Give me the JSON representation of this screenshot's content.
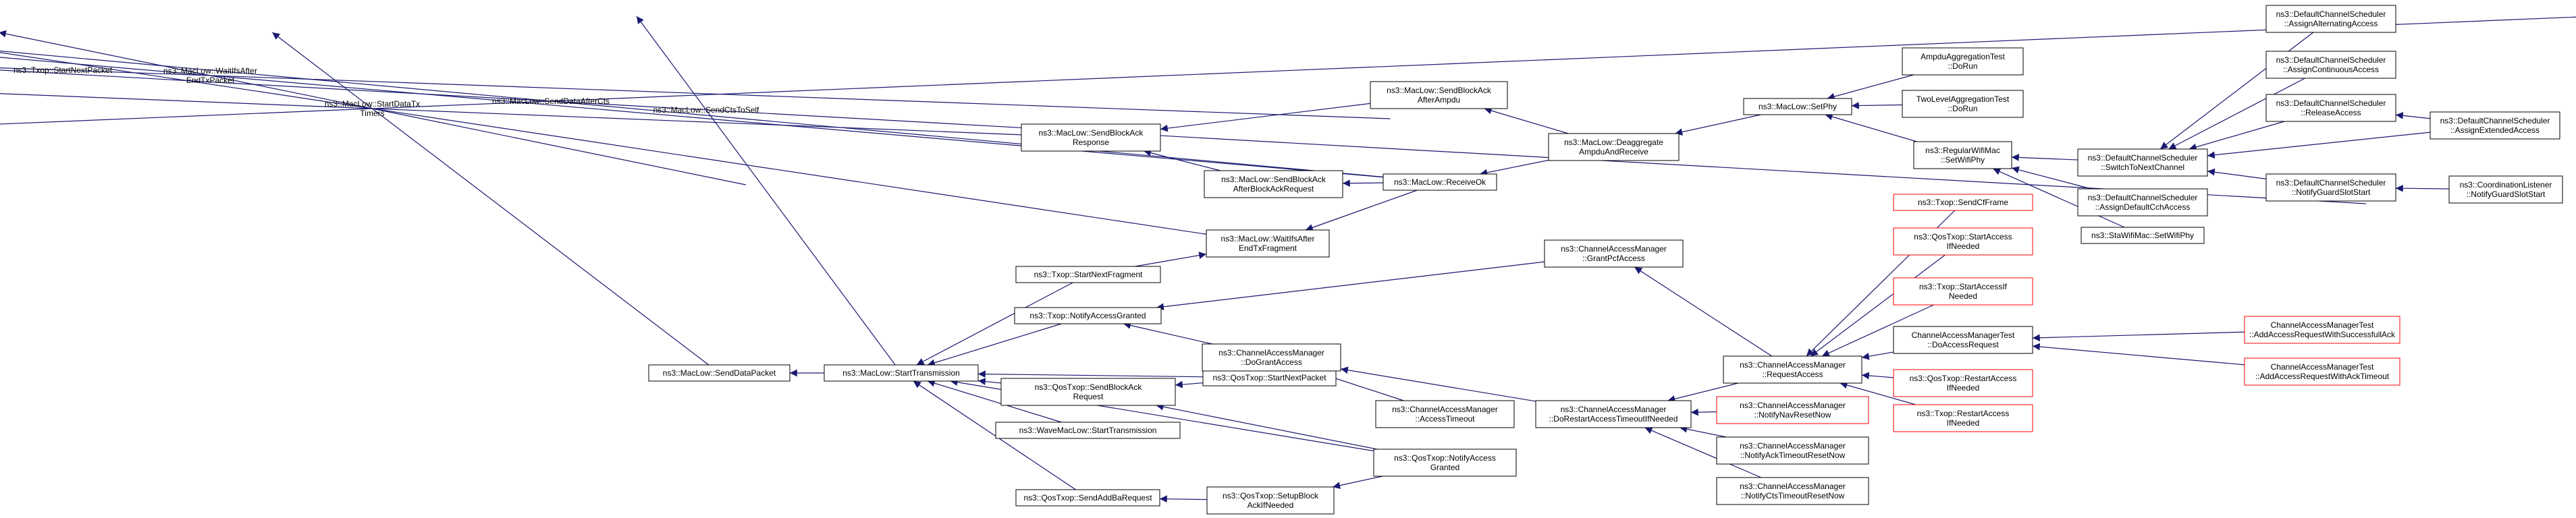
{
  "colors": {
    "edge": "#191970",
    "node_border": "#000000",
    "node_border_truncated": "#ff0000",
    "root_fill": "#bfbfbf",
    "node_fill": "#ffffff"
  },
  "nodes": [
    {
      "id": "n0",
      "lines": [
        "ns3::Txop::StartNextPacket"
      ],
      "root": true
    },
    {
      "id": "n1",
      "lines": [
        "ns3::MacLow::WaitIfsAfter",
        "EndTxPacket"
      ]
    },
    {
      "id": "n2",
      "lines": [
        "ns3::MacLow::StartDataTx",
        "Timers"
      ]
    },
    {
      "id": "n3",
      "lines": [
        "ns3::MacLow::SendDataAfterCts"
      ]
    },
    {
      "id": "n4",
      "lines": [
        "ns3::MacLow::SendCtsToSelf"
      ]
    },
    {
      "id": "n5",
      "lines": [
        "ns3::MacLow::SendDataPacket"
      ]
    },
    {
      "id": "n6",
      "lines": [
        "ns3::MacLow::SendBlockAck",
        "Response"
      ]
    },
    {
      "id": "n7",
      "lines": [
        "ns3::MacLow::SendBlockAck",
        "AfterAmpdu"
      ]
    },
    {
      "id": "n8",
      "lines": [
        "ns3::MacLow::SendBlockAck",
        "AfterBlockAckRequest"
      ]
    },
    {
      "id": "n9",
      "lines": [
        "ns3::MacLow::ReceiveOk"
      ]
    },
    {
      "id": "n10",
      "lines": [
        "ns3::MacLow::WaitIfsAfter",
        "EndTxFragment"
      ]
    },
    {
      "id": "n11",
      "lines": [
        "ns3::MacLow::StartTransmission"
      ]
    },
    {
      "id": "n12",
      "lines": [
        "ns3::Txop::StartNextFragment"
      ]
    },
    {
      "id": "n13",
      "lines": [
        "ns3::Txop::NotifyAccessGranted"
      ]
    },
    {
      "id": "n14",
      "lines": [
        "ns3::QosTxop::SendBlockAck",
        "Request"
      ]
    },
    {
      "id": "n15",
      "lines": [
        "ns3::WaveMacLow::StartTransmission"
      ]
    },
    {
      "id": "n16",
      "lines": [
        "ns3::QosTxop::SendAddBaRequest"
      ]
    },
    {
      "id": "n17",
      "lines": [
        "ns3::QosTxop::StartNextPacket"
      ]
    },
    {
      "id": "n18",
      "lines": [
        "ns3::ChannelAccessManager",
        "::DoGrantAccess"
      ]
    },
    {
      "id": "n19",
      "lines": [
        "ns3::ChannelAccessManager",
        "::AccessTimeout"
      ]
    },
    {
      "id": "n20",
      "lines": [
        "ns3::ChannelAccessManager",
        "::GrantPcfAccess"
      ]
    },
    {
      "id": "n21",
      "lines": [
        "ns3::QosTxop::SetupBlock",
        "AckIfNeeded"
      ]
    },
    {
      "id": "n22",
      "lines": [
        "ns3::QosTxop::NotifyAccess",
        "Granted"
      ]
    },
    {
      "id": "n23",
      "lines": [
        "ns3::MacLow::Deaggregate",
        "AmpduAndReceive"
      ]
    },
    {
      "id": "n24",
      "lines": [
        "ns3::MacLow::SetPhy"
      ]
    },
    {
      "id": "n25",
      "lines": [
        "ns3::ChannelAccessManager",
        "::DoRestartAccessTimeoutIfNeeded"
      ]
    },
    {
      "id": "n26",
      "lines": [
        "ns3::ChannelAccessManager",
        "::RequestAccess"
      ]
    },
    {
      "id": "n27",
      "lines": [
        "ns3::ChannelAccessManager",
        "::NotifyNavResetNow"
      ],
      "truncated": true
    },
    {
      "id": "n28",
      "lines": [
        "ns3::ChannelAccessManager",
        "::NotifyAckTimeoutResetNow"
      ]
    },
    {
      "id": "n29",
      "lines": [
        "ns3::ChannelAccessManager",
        "::NotifyCtsTimeoutResetNow"
      ]
    },
    {
      "id": "n30",
      "lines": [
        "AmpduAggregationTest",
        "::DoRun"
      ]
    },
    {
      "id": "n31",
      "lines": [
        "TwoLevelAggregationTest",
        "::DoRun"
      ]
    },
    {
      "id": "n32",
      "lines": [
        "ns3::RegularWifiMac",
        "::SetWifiPhy"
      ]
    },
    {
      "id": "n33",
      "lines": [
        "ns3::Txop::SendCfFrame"
      ],
      "truncated": true
    },
    {
      "id": "n34",
      "lines": [
        "ns3::QosTxop::StartAccess",
        "IfNeeded"
      ],
      "truncated": true
    },
    {
      "id": "n35",
      "lines": [
        "ns3::Txop::StartAccessIf",
        "Needed"
      ],
      "truncated": true
    },
    {
      "id": "n36",
      "lines": [
        "ChannelAccessManagerTest",
        "::DoAccessRequest"
      ]
    },
    {
      "id": "n37",
      "lines": [
        "ns3::QosTxop::RestartAccess",
        "IfNeeded"
      ],
      "truncated": true
    },
    {
      "id": "n38",
      "lines": [
        "ns3::Txop::RestartAccess",
        "IfNeeded"
      ],
      "truncated": true
    },
    {
      "id": "n39",
      "lines": [
        "ns3::DefaultChannelScheduler",
        "::SwitchToNextChannel"
      ]
    },
    {
      "id": "n40",
      "lines": [
        "ns3::DefaultChannelScheduler",
        "::AssignDefaultCchAccess"
      ]
    },
    {
      "id": "n41",
      "lines": [
        "ns3::StaWifiMac::SetWifiPhy"
      ]
    },
    {
      "id": "n42",
      "lines": [
        "ChannelAccessManagerTest",
        "::AddAccessRequestWithSuccessfullAck"
      ],
      "truncated": true
    },
    {
      "id": "n43",
      "lines": [
        "ChannelAccessManagerTest",
        "::AddAccessRequestWithAckTimeout"
      ],
      "truncated": true
    },
    {
      "id": "n44",
      "lines": [
        "ns3::DefaultChannelScheduler",
        "::AssignAlternatingAccess"
      ]
    },
    {
      "id": "n45",
      "lines": [
        "ns3::DefaultChannelScheduler",
        "::AssignContinuousAccess"
      ]
    },
    {
      "id": "n46",
      "lines": [
        "ns3::DefaultChannelScheduler",
        "::ReleaseAccess"
      ]
    },
    {
      "id": "n47",
      "lines": [
        "ns3::DefaultChannelScheduler",
        "::NotifyGuardSlotStart"
      ]
    },
    {
      "id": "n48",
      "lines": [
        "ns3::DefaultChannelScheduler",
        "::AssignExtendedAccess"
      ]
    },
    {
      "id": "n49",
      "lines": [
        "ns3::CoordinationListener",
        "::NotifyGuardSlotStart"
      ]
    }
  ],
  "edges": [
    [
      "n1",
      "n0"
    ],
    [
      "n2",
      "n1"
    ],
    [
      "n9",
      "n1"
    ],
    [
      "n3",
      "n2"
    ],
    [
      "n5",
      "n2"
    ],
    [
      "n6",
      "n2"
    ],
    [
      "n10",
      "n2"
    ],
    [
      "n4",
      "n3"
    ],
    [
      "n9",
      "n3"
    ],
    [
      "n11",
      "n5"
    ],
    [
      "n11",
      "n4"
    ],
    [
      "n7",
      "n6"
    ],
    [
      "n8",
      "n6"
    ],
    [
      "n9",
      "n8"
    ],
    [
      "n23",
      "n7"
    ],
    [
      "n23",
      "n9"
    ],
    [
      "n9",
      "n10"
    ],
    [
      "n12",
      "n10"
    ],
    [
      "n12",
      "n11"
    ],
    [
      "n13",
      "n11"
    ],
    [
      "n14",
      "n11"
    ],
    [
      "n15",
      "n11"
    ],
    [
      "n16",
      "n11"
    ],
    [
      "n17",
      "n11"
    ],
    [
      "n22",
      "n11"
    ],
    [
      "n18",
      "n13"
    ],
    [
      "n20",
      "n13"
    ],
    [
      "n17",
      "n14"
    ],
    [
      "n22",
      "n14"
    ],
    [
      "n19",
      "n18"
    ],
    [
      "n25",
      "n18"
    ],
    [
      "n26",
      "n20"
    ],
    [
      "n21",
      "n16"
    ],
    [
      "n22",
      "n21"
    ],
    [
      "n24",
      "n23"
    ],
    [
      "n30",
      "n24"
    ],
    [
      "n31",
      "n24"
    ],
    [
      "n32",
      "n24"
    ],
    [
      "n26",
      "n25"
    ],
    [
      "n27",
      "n25"
    ],
    [
      "n28",
      "n25"
    ],
    [
      "n29",
      "n25"
    ],
    [
      "n33",
      "n26"
    ],
    [
      "n34",
      "n26"
    ],
    [
      "n35",
      "n26"
    ],
    [
      "n36",
      "n26"
    ],
    [
      "n37",
      "n26"
    ],
    [
      "n38",
      "n26"
    ],
    [
      "n39",
      "n32"
    ],
    [
      "n40",
      "n32"
    ],
    [
      "n41",
      "n32"
    ],
    [
      "n42",
      "n36"
    ],
    [
      "n43",
      "n36"
    ],
    [
      "n44",
      "n39"
    ],
    [
      "n45",
      "n39"
    ],
    [
      "n46",
      "n39"
    ],
    [
      "n47",
      "n39"
    ],
    [
      "n48",
      "n39"
    ],
    [
      "n48",
      "n46"
    ],
    [
      "n49",
      "n47"
    ]
  ]
}
